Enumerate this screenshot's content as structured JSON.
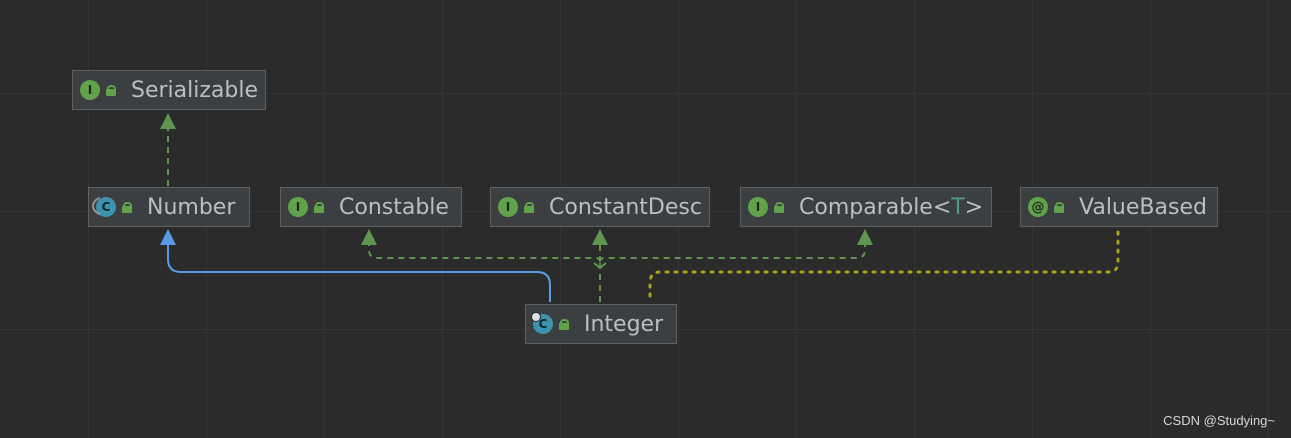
{
  "diagram": {
    "nodes": [
      {
        "id": "serializable",
        "kind": "interface",
        "label": "Serializable"
      },
      {
        "id": "number",
        "kind": "abstract-class",
        "label": "Number"
      },
      {
        "id": "constable",
        "kind": "interface",
        "label": "Constable"
      },
      {
        "id": "constantdesc",
        "kind": "interface",
        "label": "ConstantDesc"
      },
      {
        "id": "comparable",
        "kind": "interface",
        "label": "Comparable",
        "type_param_open": "<",
        "type_param": "T",
        "type_param_close": ">"
      },
      {
        "id": "valuebased",
        "kind": "annotation",
        "label": "ValueBased"
      },
      {
        "id": "integer",
        "kind": "final-class",
        "label": "Integer"
      }
    ],
    "edges": [
      {
        "from": "number",
        "to": "serializable",
        "type": "implements"
      },
      {
        "from": "integer",
        "to": "number",
        "type": "extends"
      },
      {
        "from": "integer",
        "to": "constable",
        "type": "implements"
      },
      {
        "from": "integer",
        "to": "constantdesc",
        "type": "implements"
      },
      {
        "from": "integer",
        "to": "comparable",
        "type": "implements"
      },
      {
        "from": "integer",
        "to": "valuebased",
        "type": "annotated-by"
      }
    ],
    "icons": {
      "interface": "I",
      "class": "C",
      "annotation": "@"
    }
  },
  "colors": {
    "background": "#2b2b2b",
    "implements_edge": "#5f9550",
    "extends_edge": "#5b9be6",
    "annotation_edge": "#a8a31c",
    "node_text": "#bbbec2"
  },
  "watermark": "CSDN @Studying~"
}
